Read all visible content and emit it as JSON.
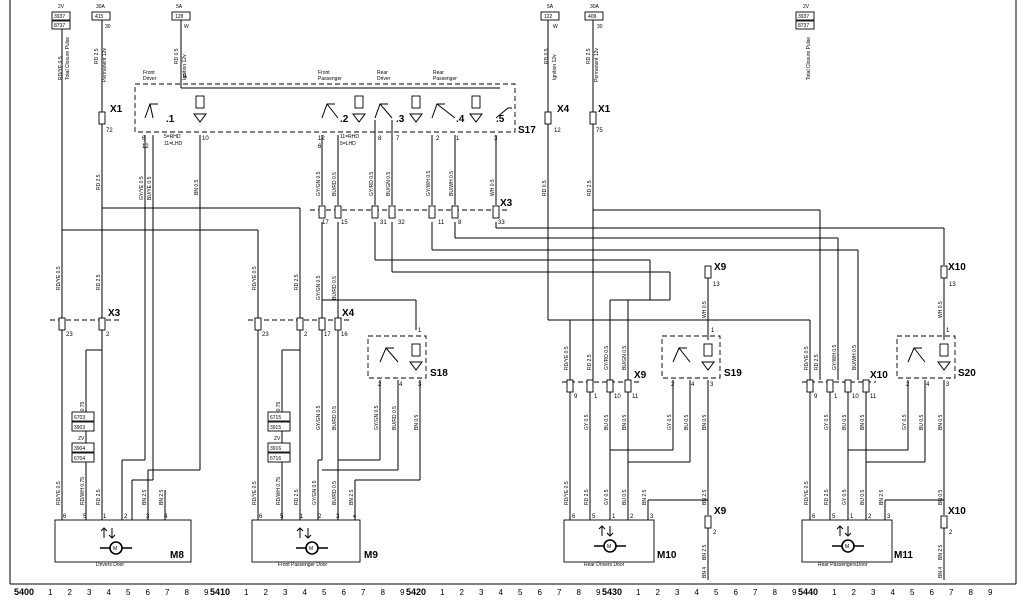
{
  "ruler": {
    "sections": [
      "5400",
      "5410",
      "5420",
      "5430",
      "5440"
    ],
    "digits": [
      "1",
      "2",
      "3",
      "4",
      "5",
      "6",
      "7",
      "8",
      "9"
    ]
  },
  "fuses": [
    {
      "label": "2V",
      "code_top": "3937",
      "code_bottom": "8737",
      "wire": "RD/YE 0.5",
      "name": "Total Closure Pulse"
    },
    {
      "label": "30A",
      "code_top": "415",
      "terminal": "30",
      "wire": "RD 2.5",
      "name": "Permanent 12v"
    },
    {
      "label": "5A",
      "code_top": "128",
      "terminal": "W",
      "wire": "RD 0.5",
      "name": "Ignition 12v",
      "pin": "9"
    },
    {
      "label": "5A",
      "code_top": "122",
      "terminal": "W",
      "wire": "RD 0.5",
      "name": "Ignition 12v"
    },
    {
      "label": "30A",
      "code_top": "409",
      "terminal": "30",
      "wire": "RD 2.5",
      "name": "Permanent 12v"
    },
    {
      "label": "2V",
      "code_top": "3937",
      "code_bottom": "8737",
      "name": "Total Closure Pulse"
    }
  ],
  "switch_block": {
    "name": "S17",
    "headers": {
      "front_driver": [
        "Front",
        "Driver"
      ],
      "front_passenger": [
        "Front",
        "Passenger"
      ],
      "rear_driver": [
        "Rear",
        "Driver"
      ],
      "rear_passenger": [
        "Rear",
        "Passenger"
      ]
    },
    "positions": [
      ".1",
      ".2",
      ".3",
      ".4",
      ".5"
    ],
    "pins": [
      "6",
      "12",
      "10",
      "12",
      "6",
      "8",
      "7",
      "2",
      "1",
      "3"
    ],
    "notes": [
      "5=RHD",
      "11=LHD",
      "11=RHD",
      "5=LHD"
    ]
  },
  "connectors": {
    "x1_left": "X1",
    "x1_left_pin": "72",
    "x4_top": "X4",
    "x4_top_pin": "12",
    "x1_right": "X1",
    "x1_right_pin": "75",
    "x3_mid": "X3",
    "x3_mid_pins": [
      "17",
      "15",
      "31",
      "32",
      "11",
      "8",
      "33"
    ],
    "x9_top": "X9",
    "x9_top_pin": "13",
    "x10_top": "X10",
    "x10_top_pin": "13",
    "x3_left": "X3",
    "x3_left_pins": [
      "23",
      "2"
    ],
    "x4_left": "X4",
    "x4_left_pins": [
      "23",
      "2",
      "17",
      "16"
    ],
    "x9_mid": "X9",
    "x9_mid_pins": [
      "9",
      "1",
      "10",
      "11"
    ],
    "x10_mid": "X10",
    "x10_mid_pins": [
      "9",
      "1",
      "10",
      "11"
    ],
    "x9_bot": "X9",
    "x9_bot_pin": "2",
    "x10_bot": "X10",
    "x10_bot_pin": "2"
  },
  "wires": {
    "rdye": "RD/YE 0.5",
    "rd25": "RD 2.5",
    "rd05": "RD 0.5",
    "gyye": "GY/YE 0.5",
    "buye": "BU/YE 0.5",
    "bn05": "BN 0.5",
    "gygn": "GY/GN 0.5",
    "burd": "BU/RD 0.5",
    "gyrd": "GY/RD 0.5",
    "bugn": "BU/GN 0.5",
    "gywh": "GY/WH 0.5",
    "buwh": "BU/WH 0.5",
    "wh05": "WH 0.5",
    "rd075": "RD 0.75",
    "rdwh075": "RD/WH 0.75",
    "bn25": "BN 2.5",
    "gy05": "GY 0.5",
    "bu05": "BU 0.5",
    "bn4": "BN 4"
  },
  "door_switches": [
    {
      "name": "S18",
      "pins": [
        "1",
        "2",
        "4",
        "3"
      ]
    },
    {
      "name": "S19",
      "pins": [
        "1",
        "2",
        "4",
        "3"
      ]
    },
    {
      "name": "S20",
      "pins": [
        "1",
        "2",
        "4",
        "3"
      ]
    }
  ],
  "splices": [
    {
      "label": "ZV",
      "codes": [
        "6703",
        "3903",
        "3904",
        "6704"
      ]
    },
    {
      "label": "ZV",
      "codes": [
        "6715",
        "3915",
        "3916",
        "6716"
      ]
    }
  ],
  "motors": [
    {
      "name": "M8",
      "caption": "Drivers Door",
      "pins": [
        "6",
        "5",
        "1",
        "2",
        "3",
        "4"
      ]
    },
    {
      "name": "M9",
      "caption": "Front Passenger Door",
      "pins": [
        "6",
        "5",
        "1",
        "2",
        "3",
        "4"
      ]
    },
    {
      "name": "M10",
      "caption": "Rear Drivers Door",
      "pins": [
        "6",
        "5",
        "1",
        "2",
        "3"
      ]
    },
    {
      "name": "M11",
      "caption": "Rear PassengersDoor",
      "pins": [
        "6",
        "5",
        "1",
        "2",
        "3"
      ]
    }
  ]
}
